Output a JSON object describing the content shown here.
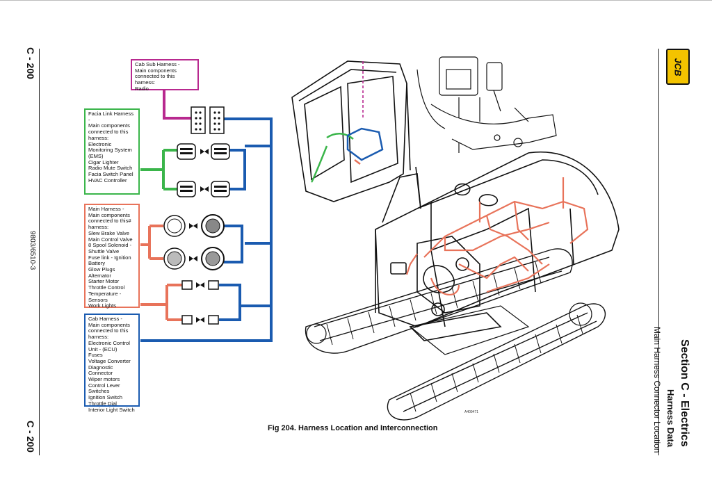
{
  "page": {
    "page_ref_top": "C - 200",
    "page_ref_bottom": "C - 200",
    "doc_number": "9803/6510-3",
    "section_title": "Section C - Electrics",
    "sub_title": "Harness Data",
    "subsub_title": "Main Harness Connector Location",
    "logo": "JCB",
    "caption": "Fig 204. Harness Location and Interconnection",
    "drawing_ref": "A409471"
  },
  "harnesses": {
    "cab_sub": {
      "title": "Cab Sub Harness -",
      "intro": "Main components connected to this harness:",
      "items": [
        "Radio"
      ]
    },
    "facia": {
      "title": "Facia Link Harness -",
      "intro": "Main components connected to this harness:",
      "items": [
        "Electronic Monitoring System (EMS)",
        "Cigar Lighter",
        "Radio Mute Switch",
        "Facia Switch Panel",
        "HVAC Controller"
      ]
    },
    "main": {
      "title": "Main Harness -",
      "intro": "Main components connected to this# harness:",
      "items": [
        "Slew Brake Valve",
        "Main Control Valve",
        "8 Spool Solenoid - Shuttle Valve",
        "Fuse link - Ignition Battery",
        "Glow Plugs",
        "Alternator",
        "Starter Motor",
        "Throttle Control",
        "Temperature - Sensors",
        "Work Lights"
      ]
    },
    "cab": {
      "title": "Cab Harness -",
      "intro": "Main components connected to this harness:",
      "items": [
        "Electronic Control Unit - (ECU)",
        "Fuses",
        "Voltage Converter",
        "Diagnostic Connector",
        "Wiper motors",
        "Control Lever Switches",
        "Ignition Switch",
        "Throttle Dial",
        "Interior Light Switch"
      ]
    }
  },
  "colors": {
    "cab_sub": "#b8298f",
    "facia": "#3ab54a",
    "main": "#e8735a",
    "cab": "#1a5bb0",
    "logo": "#f3c300"
  }
}
